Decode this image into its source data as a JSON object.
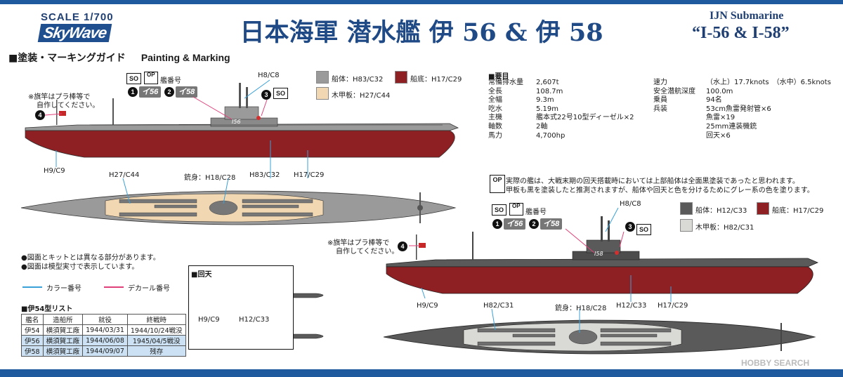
{
  "header": {
    "scale": "SCALE 1/700",
    "brand": "SkyWave",
    "title": "日本海軍 潜水艦 伊 56 & 伊 58",
    "subtitle_en_line1": "IJN Submarine",
    "subtitle_en_line2": "“I-56 & I-58”"
  },
  "section_title": {
    "jp": "■塗装・マーキングガイド",
    "en": "Painting & Marking"
  },
  "top_ship": {
    "flag_note_line1": "※旗竿はプラ棒等で",
    "flag_note_line2": "自作してください。",
    "so_label": "SO",
    "op_label": "OP",
    "hull_number_label": "艦番号",
    "hull_numbers": [
      "1",
      "イ56",
      "2",
      "イ58"
    ],
    "marker_3": "3",
    "marker_4": "4",
    "so_marker": "SO",
    "colors": {
      "mast": "H8/C8",
      "hull_label": "船体：H83/C32",
      "bottom_label": "船底：H17/C29",
      "deck_label": "木甲板：H27/C44",
      "hull_swatch": "#9a9a9a",
      "bottom_swatch": "#8e1f22",
      "deck_swatch": "#f1d8b3"
    },
    "callouts": [
      "H9/C9",
      "H27/C44",
      "銃身：H18/C28",
      "H83/C32",
      "H17/C29"
    ],
    "hull_marking": "I56"
  },
  "specs": {
    "title": "■要目",
    "left": [
      [
        "常備排水量",
        "2,607t"
      ],
      [
        "全長",
        "108.7m"
      ],
      [
        "全幅",
        "9.3m"
      ],
      [
        "吃水",
        "5.19m"
      ],
      [
        "主機",
        "艦本式22号10型ディーゼル×2"
      ],
      [
        "軸数",
        "2軸"
      ],
      [
        "馬力",
        "4,700hp"
      ]
    ],
    "right": [
      [
        "速力",
        "（水上）17.7knots　（水中）6.5knots"
      ],
      [
        "安全潜航深度",
        "100.0m"
      ],
      [
        "乗員",
        "94名"
      ],
      [
        "兵装",
        "53cm魚雷発射管×6"
      ],
      [
        "",
        "魚雷×19"
      ],
      [
        "",
        "25mm連装機銃"
      ],
      [
        "",
        "回天×6"
      ]
    ]
  },
  "note_op_line1": "実際の艦は、大戦末期の回天搭載時においては上部船体は全面黒塗装であったと思われます。",
  "note_op_line2": "甲板も黒を塗装したと推測されますが、船体や回天と色を分けるためにグレー系の色を塗ります。",
  "bottom_ship": {
    "flag_note_line1": "※旗竿はプラ棒等で",
    "flag_note_line2": "自作してください。",
    "so_label": "SO",
    "op_label": "OP",
    "hull_number_label": "艦番号",
    "hull_numbers": [
      "1",
      "イ56",
      "2",
      "イ58"
    ],
    "marker_3": "3",
    "marker_4": "4",
    "so_marker": "SO",
    "colors": {
      "mast": "H8/C8",
      "hull_label": "船体：H12/C33",
      "bottom_label": "船底：H17/C29",
      "deck_label": "木甲板：H82/C31",
      "hull_swatch": "#5a5a5a",
      "bottom_swatch": "#8e1f22",
      "deck_swatch": "#d9d9d6"
    },
    "callouts": [
      "H9/C9",
      "H82/C31",
      "銃身：H18/C28",
      "H12/C33",
      "H17/C29"
    ],
    "hull_marking": "I58"
  },
  "notes": [
    "●図面とキットとは異なる部分があります。",
    "●図面は模型実寸で表示しています。"
  ],
  "legend": {
    "color_no": "カラー番号",
    "decal_no": "デカール番号",
    "color_line": "#3aa0d8",
    "decal_line": "#e0407a"
  },
  "kaiten": {
    "title": "■回天",
    "callouts": [
      "H9/C9",
      "H12/C33"
    ]
  },
  "list": {
    "title": "■伊54型リスト",
    "headers": [
      "艦名",
      "造船所",
      "就役",
      "終戦時"
    ],
    "rows": [
      [
        "伊54",
        "横須賀工廠",
        "1944/03/31",
        "1944/10/24戦没"
      ],
      [
        "伊56",
        "横須賀工廠",
        "1944/06/08",
        "1945/04/5戦没"
      ],
      [
        "伊58",
        "横須賀工廠",
        "1944/09/07",
        "残存"
      ]
    ]
  },
  "watermark": "HOBBY SEARCH"
}
